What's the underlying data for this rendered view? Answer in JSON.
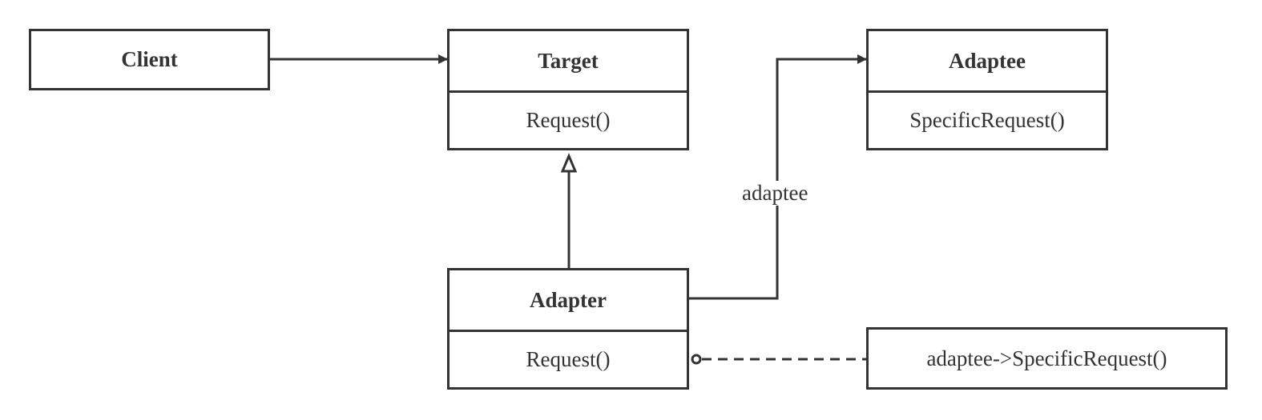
{
  "diagram": {
    "classes": {
      "client": {
        "name": "Client"
      },
      "target": {
        "name": "Target",
        "operation": "Request()"
      },
      "adaptee": {
        "name": "Adaptee",
        "operation": "SpecificRequest()"
      },
      "adapter": {
        "name": "Adapter",
        "operation": "Request()"
      }
    },
    "note": {
      "text": "adaptee->SpecificRequest()"
    },
    "edges": {
      "client_to_target": {
        "kind": "association"
      },
      "adapter_to_target": {
        "kind": "realization"
      },
      "adapter_to_adaptee": {
        "kind": "association",
        "label": "adaptee"
      },
      "adapter_to_note": {
        "kind": "note-link"
      }
    },
    "colors": {
      "stroke": "#333333",
      "text": "#333333",
      "background": "#ffffff"
    }
  }
}
